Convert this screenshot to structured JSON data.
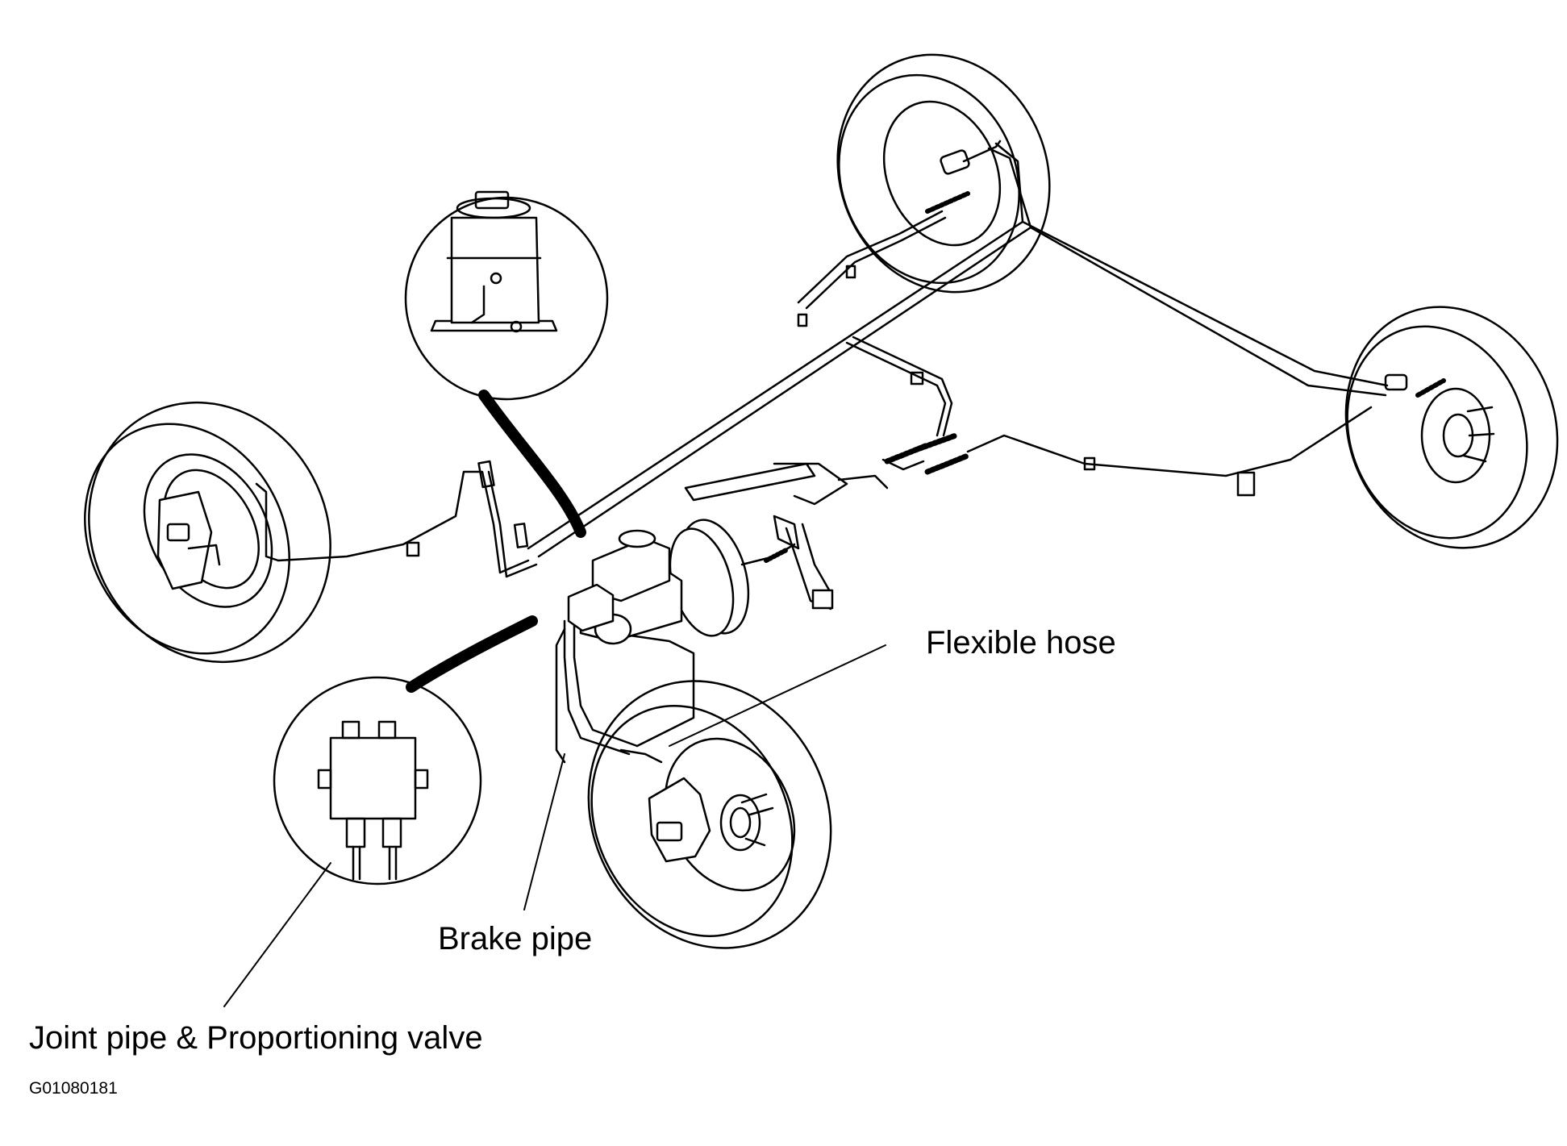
{
  "labels": {
    "flexible_hose": "Flexible hose",
    "brake_pipe": "Brake pipe",
    "joint_pipe": "Joint pipe & Proportioning valve",
    "figure_code": "G01080181"
  },
  "colors": {
    "line": "#000000",
    "background": "#ffffff"
  }
}
